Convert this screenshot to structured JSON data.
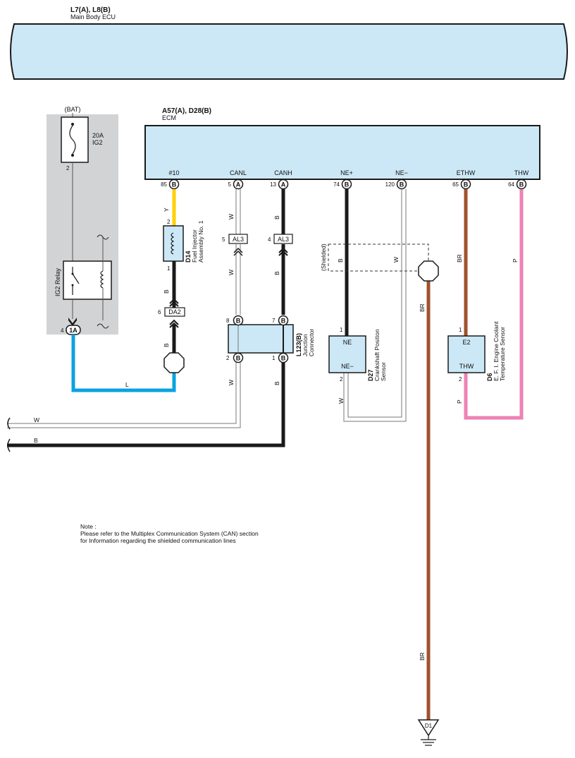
{
  "main_body_ecu": {
    "ref": "L7(A), L8(B)",
    "name": "Main Body ECU"
  },
  "ecm": {
    "ref": "A57(A), D28(B)",
    "name": "ECM"
  },
  "ecm_terminals": [
    {
      "name": "#10",
      "pin": "85",
      "conn": "B"
    },
    {
      "name": "CANL",
      "pin": "5",
      "conn": "A"
    },
    {
      "name": "CANH",
      "pin": "13",
      "conn": "A"
    },
    {
      "name": "NE+",
      "pin": "74",
      "conn": "B"
    },
    {
      "name": "NE−",
      "pin": "120",
      "conn": "B"
    },
    {
      "name": "ETHW",
      "pin": "65",
      "conn": "B"
    },
    {
      "name": "THW",
      "pin": "64",
      "conn": "B"
    }
  ],
  "bat": "(BAT)",
  "fuse": {
    "rating": "20A",
    "name": "IG2",
    "pin": "2"
  },
  "relay": {
    "name": "IG2 Relay",
    "pin": "4",
    "conn": "1A"
  },
  "injector": {
    "ref": "D14",
    "name_line1": "Fuel Injector",
    "name_line2": "Assembly No. 1",
    "pin_top": "2",
    "pin_bottom": "1"
  },
  "da2": {
    "label": "DA2",
    "pin": "6"
  },
  "al3_canl": {
    "label": "AL3",
    "pin": "5"
  },
  "al3_canh": {
    "label": "AL3",
    "pin": "4"
  },
  "junction": {
    "ref": "L123(B)",
    "name_line1": "Junction",
    "name_line2": "Connector",
    "pin_tl": "8",
    "pin_tr": "7",
    "pin_bl": "2",
    "pin_br": "1",
    "conn": "B"
  },
  "shielded": "(Shielded)",
  "crank_sensor": {
    "ref": "D27",
    "name_line1": "Crankshaft Position",
    "name_line2": "Sensor",
    "term_top": "NE",
    "term_bottom": "NE−",
    "pin_top": "1",
    "pin_bottom": "2"
  },
  "coolant_sensor": {
    "ref": "D6",
    "name_line1": "E. F. I. Engine Coolant",
    "name_line2": "Temperature Sensor",
    "term_top": "E2",
    "term_bottom": "THW",
    "pin_top": "1",
    "pin_bottom": "2"
  },
  "ground": {
    "label": "D1"
  },
  "wire_colors": {
    "y": "Y",
    "b": "B",
    "w": "W",
    "l": "L",
    "br": "BR",
    "p": "P"
  },
  "note": {
    "line1": "Note :",
    "line2": "Please refer to the Multiplex Communication System (CAN) section",
    "line3": "for Information regarding the shielded communication lines"
  },
  "colors": {
    "ecu_fill": "#cce8f6",
    "relay_panel": "#d2d3d5",
    "yellow": "#ffd200",
    "black": "#1a1a1a",
    "blue": "#0aa3e0",
    "brown": "#a0522d",
    "pink": "#ee82b4"
  }
}
